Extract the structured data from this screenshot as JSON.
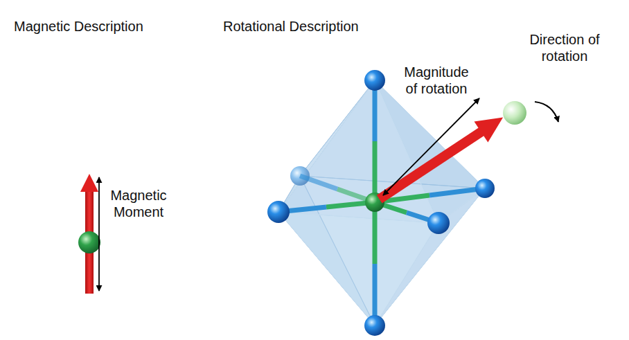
{
  "diagram": {
    "labels": [
      "Magnetic Description",
      "Rotational Description",
      "Magnetic Moment",
      "Magnitude of rotation",
      "Direction of rotation"
    ]
  }
}
